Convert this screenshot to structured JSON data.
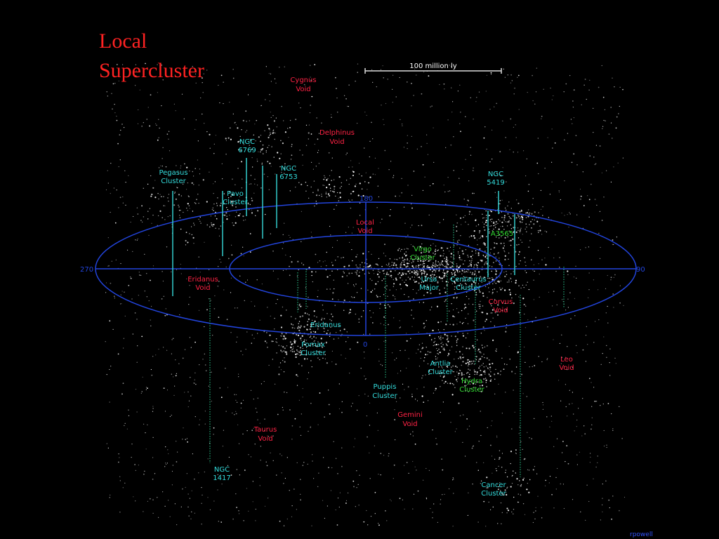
{
  "title": {
    "line1": "Local",
    "line2": "Supercluster"
  },
  "scale_bar": {
    "label": "100 million ly"
  },
  "ring_labels": {
    "top": "180",
    "left": "270",
    "right": "90",
    "bottom": "0"
  },
  "credit": "rpowell",
  "colors": {
    "background": "#000000",
    "title": "#ff2222",
    "void": "#ff2244",
    "cluster": "#33dddd",
    "supercluster_member": "#33dd33",
    "grid": "#2244dd",
    "stars": "#ffffff"
  },
  "labels": {
    "cygnus_void": {
      "l1": "Cygnus",
      "l2": "Void"
    },
    "delphinus_void": {
      "l1": "Delphinus",
      "l2": "Void"
    },
    "ngc6769": {
      "l1": "NGC",
      "l2": "6769"
    },
    "ngc6753": {
      "l1": "NGC",
      "l2": "6753"
    },
    "pegasus_cluster": {
      "l1": "Pegasus",
      "l2": "Cluster"
    },
    "pavo_cluster": {
      "l1": "Pavo",
      "l2": "Cluster"
    },
    "ngc5419": {
      "l1": "NGC",
      "l2": "5419"
    },
    "a3565": {
      "l1": "A3565"
    },
    "local_void": {
      "l1": "Local",
      "l2": "Void"
    },
    "virgo_cluster": {
      "l1": "Virgo",
      "l2": "Cluster"
    },
    "ursa_major": {
      "l1": "Ursa",
      "l2": "Major"
    },
    "centaurus_cluster": {
      "l1": "Centaurus",
      "l2": "Cluster"
    },
    "eridanus_void": {
      "l1": "Eridanus",
      "l2": "Void"
    },
    "corvus_void": {
      "l1": "Corvus",
      "l2": "Void"
    },
    "eridanus": {
      "l1": "Eridanus"
    },
    "fornax_cluster": {
      "l1": "Fornax",
      "l2": "Cluster"
    },
    "leo_void": {
      "l1": "Leo",
      "l2": "Void"
    },
    "antlia_cluster": {
      "l1": "Antlia",
      "l2": "Cluster"
    },
    "hydra_cluster": {
      "l1": "Hydra",
      "l2": "Cluster"
    },
    "puppis_cluster": {
      "l1": "Puppis",
      "l2": "Cluster"
    },
    "gemini_void": {
      "l1": "Gemini",
      "l2": "Void"
    },
    "taurus_void": {
      "l1": "Taurus",
      "l2": "Void"
    },
    "ngc1417": {
      "l1": "NGC",
      "l2": "1417"
    },
    "cancer_cluster": {
      "l1": "Cancer",
      "l2": "Cluster"
    }
  }
}
